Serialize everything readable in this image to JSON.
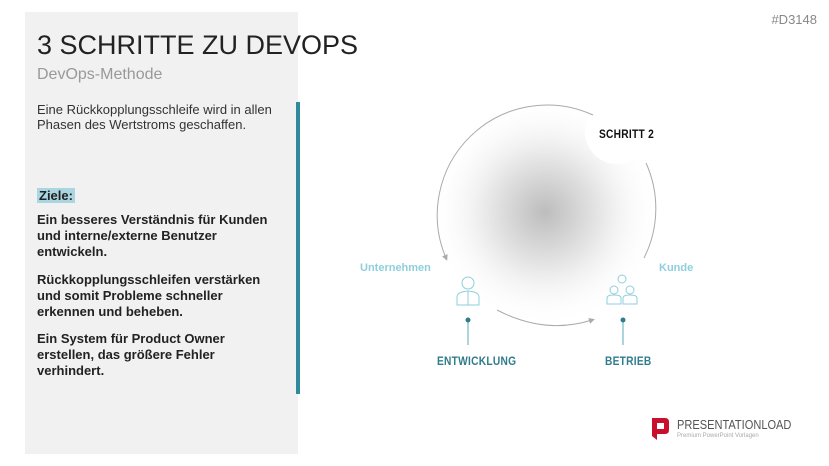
{
  "code": "#D3148",
  "title": "3 SCHRITTE ZU DEVOPS",
  "subtitle": "DevOps-Methode",
  "intro": "Eine Rückkopplungsschleife wird in allen Phasen des Wertstroms geschaffen.",
  "goals_label": "Ziele:",
  "goals": [
    "Ein besseres Verständnis für Kunden und interne/externe Benutzer entwickeln.",
    "Rückkopplungsschleifen verstärken und somit Probleme schneller erkennen und beheben.",
    "Ein System für Product Owner erstellen, das größere Fehler verhindert."
  ],
  "diagram": {
    "step": "SCHRITT 2",
    "left_label": "Unternehmen",
    "right_label": "Kunde",
    "left_node": "ENTWICKLUNG",
    "right_node": "BETRIEB",
    "accent": "#2e7c8c",
    "light": "#8fcfdc"
  },
  "logo": {
    "name": "PRESENTATIONLOAD",
    "tagline": "Premium PowerPoint Vorlagen"
  }
}
